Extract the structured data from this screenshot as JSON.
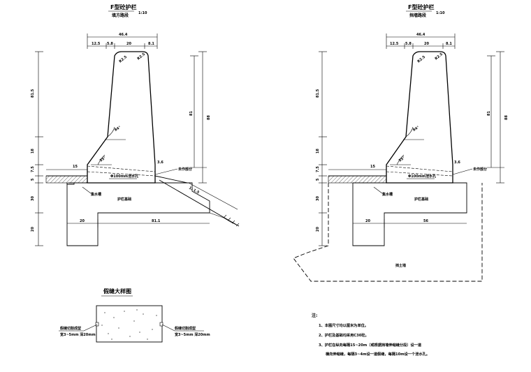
{
  "left": {
    "title": "F型砼护栏",
    "subtitle": "填方路段",
    "scale": "1:10",
    "dims_top": [
      "46.4",
      "12.5",
      "5.8",
      "20",
      "8.1"
    ],
    "radii": [
      "R2.5",
      "R2.5"
    ],
    "dims_left": [
      "81.5",
      "18",
      "7.5",
      "5",
      "30",
      "20"
    ],
    "dim_right_inner": "81",
    "dim_right_outer": "88",
    "angle_top": "84°",
    "angle_bottom": "55°",
    "dim_15": "15",
    "dim_36": "3.6",
    "dim_bottom_left": "20",
    "dim_bottom_right": "81.1",
    "slope": "1: 1.5",
    "label_drain_hole": "Φ100mm泄水孔",
    "label_part": "未作部分",
    "label_gutter": "集水槽",
    "label_base": "护栏基础"
  },
  "right": {
    "title": "F型砼护栏",
    "subtitle": "挡墙路段",
    "scale": "1:10",
    "dims_top": [
      "46.4",
      "12.5",
      "5.8",
      "20",
      "8.1"
    ],
    "radii": [
      "R2.5",
      "R2.5"
    ],
    "dims_left": [
      "81.5",
      "18",
      "7.5",
      "5",
      "30",
      "20"
    ],
    "dim_right_inner": "81",
    "dim_right_outer": "88",
    "angle_top": "84°",
    "angle_bottom": "55°",
    "dim_15": "15",
    "dim_36": "3.6",
    "dim_bottom_left": "20",
    "dim_bottom_right": "56",
    "label_drain_hole": "Φ100mm泄水孔",
    "label_part": "未作部分",
    "label_gutter": "集水槽",
    "label_base": "护栏基础",
    "label_wall": "挡土墙"
  },
  "detail": {
    "title": "假缝大样图",
    "label_left_1": "假缝切割成型",
    "label_left_2": "宽3~5mm 深20mm",
    "label_right_1": "假缝切割成型",
    "label_right_2": "宽3~5mm 深20mm"
  },
  "notes": {
    "heading": "注:",
    "items": [
      "1、本图尺寸均以厘米为单位。",
      "2、护栏及基础均采用C30砼。",
      "3、护栏在纵向每隔15~20m（或根据挡墙伸缩缝分段）设一道",
      "横向伸缩缝，每隔3~4m设一道假缝，每隔10m设一个泄水孔。"
    ]
  }
}
